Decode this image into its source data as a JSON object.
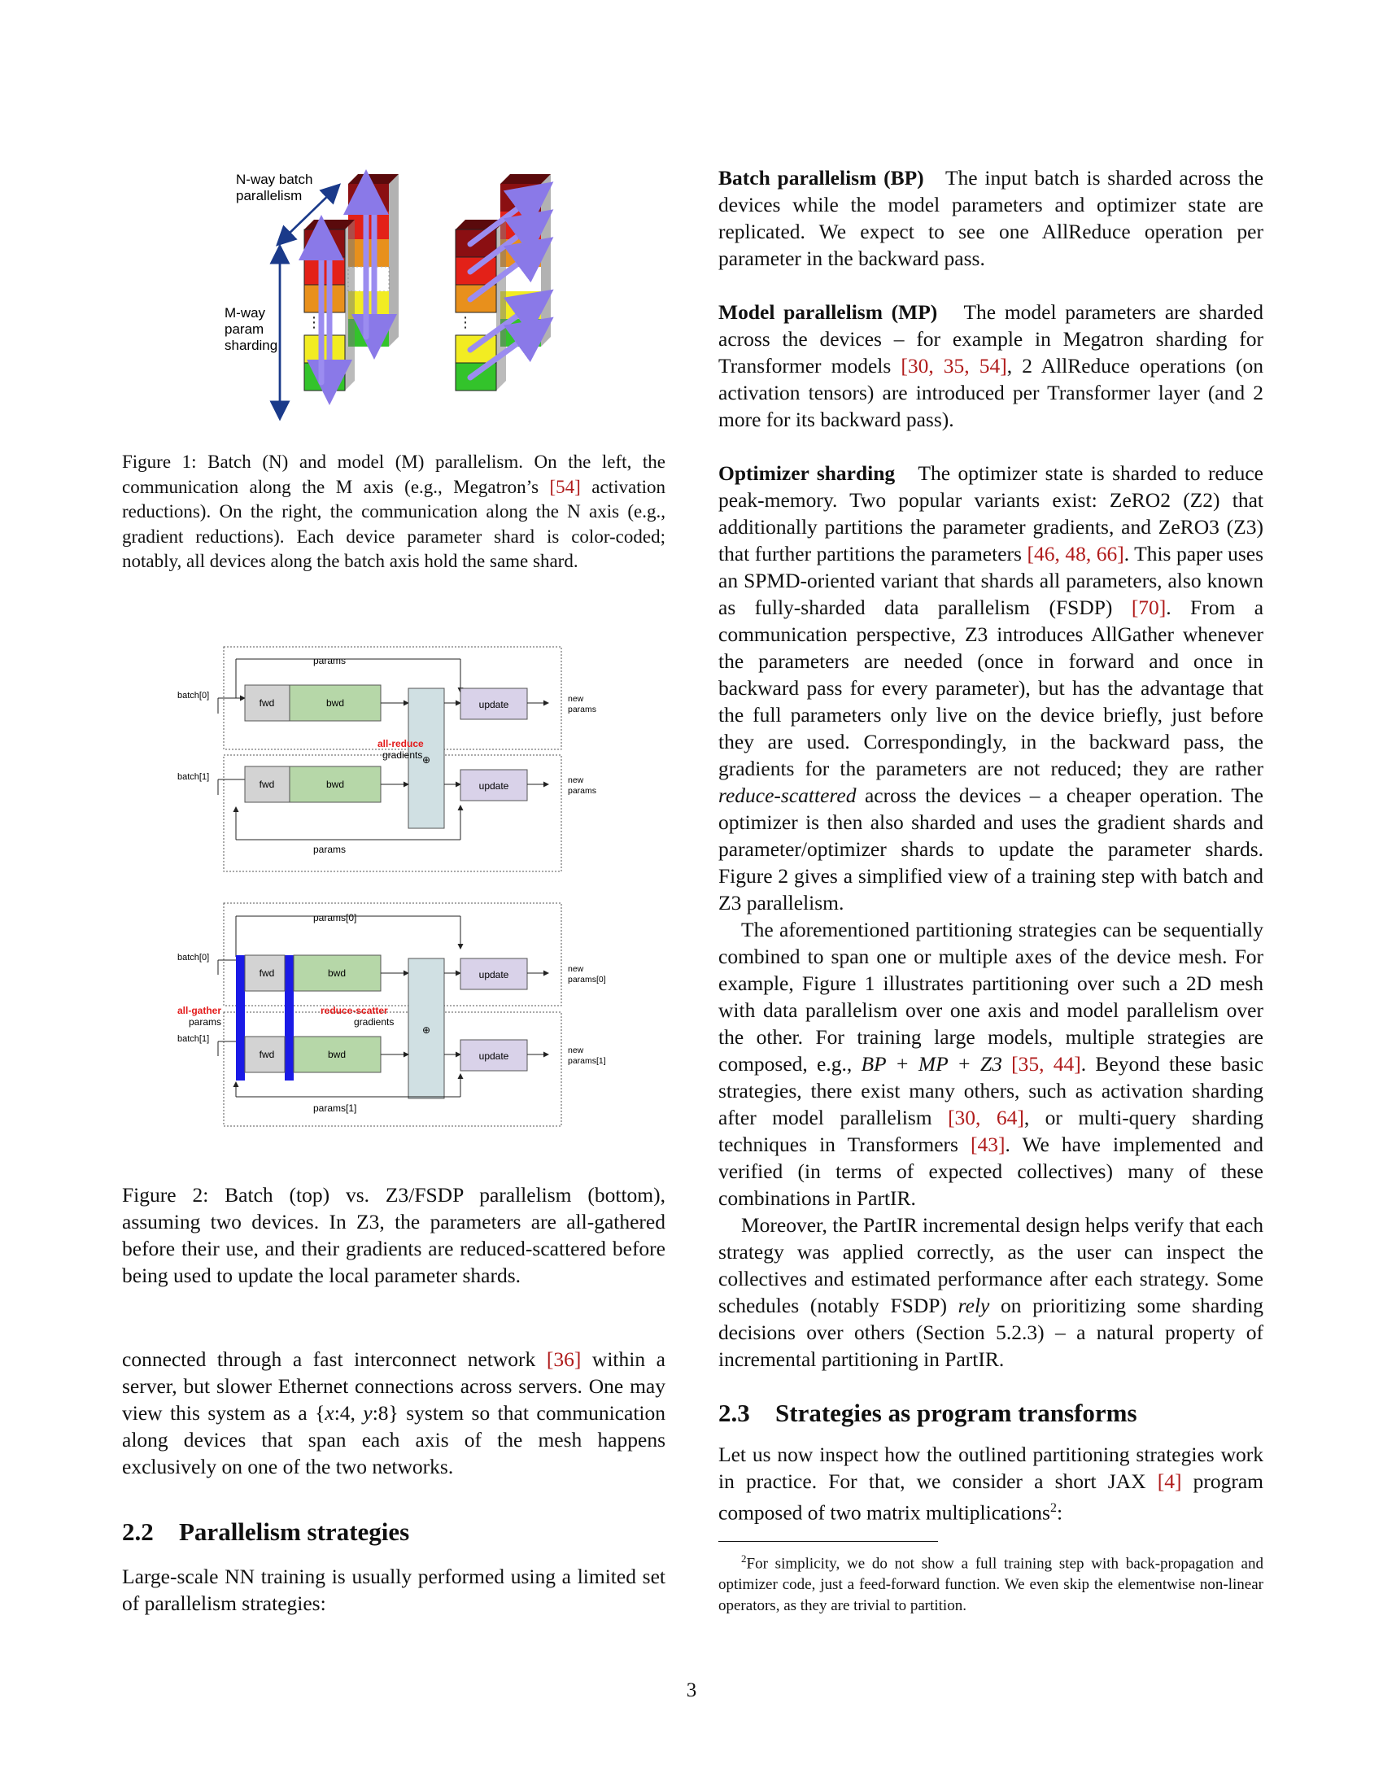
{
  "figure1": {
    "labels": {
      "n_way_line1": "N-way batch",
      "n_way_line2": "parallelism",
      "m_way_line1": "M-way",
      "m_way_line2": "param",
      "m_way_line3": "sharding"
    },
    "caption": {
      "prefix": "Figure 1:  Batch (N) and model (M) parallelism. On the left, the communication along the M axis (e.g., Megatron’s ",
      "cite1": "[54]",
      "rest": " activation reductions). On the right, the communication along the N axis (e.g., gradient reductions). Each device parameter shard is color-coded; notably, all devices along the batch axis hold the same shard."
    }
  },
  "figure2": {
    "top": {
      "params_top": "params",
      "params_bottom": "params",
      "batch0": "batch[0]",
      "batch1": "batch[1]",
      "fwd": "fwd",
      "bwd": "bwd",
      "update": "update",
      "new_params_line1": "new",
      "new_params_line2": "params",
      "allreduce": "all-reduce",
      "gradients": "gradients",
      "oplus": "⊕"
    },
    "bottom": {
      "params0": "params[0]",
      "params1": "params[1]",
      "batch0": "batch[0]",
      "batch1": "batch[1]",
      "fwd": "fwd",
      "bwd": "bwd",
      "update": "update",
      "new_line1": "new",
      "new0": "params[0]",
      "new1": "params[1]",
      "allgather": "all-gather",
      "params": "params",
      "reducescatter": "reduce-scatter",
      "gradients": "gradients",
      "oplus": "⊕"
    },
    "caption": "Figure 2: Batch (top) vs. Z3/FSDP parallelism (bottom), assuming two devices. In Z3, the parameters are all-gathered before their use, and their gradients are reduced-scattered before being used to update the local parameter shards."
  },
  "left_text": {
    "para1_a": "connected through a fast interconnect network ",
    "para1_cite": "[36]",
    "para1_b": " within a server, but slower Ethernet connections across servers. One may view this system as a {",
    "para1_math": "x",
    "para1_c": ":4, ",
    "para1_math2": "y",
    "para1_d": ":8} system so that communication along devices that span each axis of the mesh happens exclusively on one of the two networks.",
    "sec22_num": "2.2",
    "sec22_title": "Parallelism strategies",
    "para2": "Large-scale NN training is usually performed using a limited set of parallelism strategies:"
  },
  "right_text": {
    "bp_head": "Batch parallelism (BP)",
    "bp_body": "The input batch is sharded across the devices while the model parameters and optimizer state are replicated. We expect to see one AllReduce operation per parameter in the backward pass.",
    "mp_head": "Model parallelism (MP)",
    "mp_body_a": "The model parameters are sharded across the devices – for example in Megatron sharding for Transformer models ",
    "mp_cite": "[30, 35, 54]",
    "mp_body_b": ", 2 AllReduce operations (on activation tensors) are introduced per Transformer layer (and 2 more for its backward pass).",
    "os_head": "Optimizer sharding",
    "os_body_a": "The optimizer state is sharded to reduce peak-memory. Two popular variants exist: ZeRO2 (Z2) that additionally partitions the parameter gradients, and ZeRO3 (Z3) that further partitions the parameters ",
    "os_cite1": "[46, 48, 66]",
    "os_body_b": ". This paper uses an SPMD-oriented variant that shards all parameters, also known as fully-sharded data parallelism (FSDP) ",
    "os_cite2": "[70]",
    "os_body_c": ". From a communication perspective, Z3 introduces AllGather whenever the parameters are needed (once in forward and once in backward pass for every parameter), but has the advantage that the full parameters only live on the device briefly, just before they are used. Correspondingly, in the backward pass, the gradients for the parameters are not reduced; they are rather ",
    "os_em": "reduce-scattered",
    "os_body_d": " across the devices – a cheaper operation. The optimizer is then also sharded and uses the gradient shards and parameter/optimizer shards to update the parameter shards. Figure 2 gives a simplified view of a training step with batch and Z3 parallelism.",
    "p2_a": "The aforementioned partitioning strategies can be sequentially combined to span one or multiple axes of the device mesh. For example, Figure 1 illustrates partitioning over such a 2D mesh with data parallelism over one axis and model parallelism over the other. For training large models, multiple strategies are composed, e.g., ",
    "p2_math": "BP + MP + Z3",
    "p2_b": " ",
    "p2_cite1": "[35, 44]",
    "p2_c": ". Beyond these basic strategies, there exist many others, such as activation sharding after model parallelism ",
    "p2_cite2": "[30, 64]",
    "p2_d": ", or multi-query sharding techniques in Transformers ",
    "p2_cite3": "[43]",
    "p2_e": ". We have implemented and verified (in terms of expected collectives) many of these combinations in PartIR.",
    "p3_a": "Moreover, the PartIR incremental design helps verify that each strategy was applied correctly, as the user can inspect the collectives and estimated performance after each strategy. Some schedules (notably FSDP) ",
    "p3_em": "rely",
    "p3_b": " on prioritizing some sharding decisions over others (Section 5.2.3) – a natural property of incremental partitioning in PartIR.",
    "sec23_num": "2.3",
    "sec23_title": "Strategies as program transforms",
    "p4_a": "Let us now inspect how the outlined partitioning strategies work in practice. For that, we consider a short JAX ",
    "p4_cite": "[4]",
    "p4_b": " program composed of two matrix multiplications",
    "p4_sup": "2",
    "p4_c": ":",
    "fn_sup": "2",
    "fn_text": "For simplicity, we do not show a full training step with back-propagation and optimizer code, just a feed-forward function. We even skip the elementwise non-linear operators, as they are trivial to partition."
  },
  "page_number": "3",
  "colors": {
    "citation": "#b01c1c",
    "shard_dark_red": "#8b0f12",
    "shard_red": "#e32118",
    "shard_orange": "#e8901c",
    "shard_yellow": "#f2ec22",
    "shard_green": "#33c32b",
    "arrow_violet": "#9b8cf0",
    "fwd_gray": "#d3d3d3",
    "bwd_green": "#b6d7a8",
    "update_lavender": "#d9d2e9",
    "sum_blue": "#d0e0e3",
    "gather_blue": "#1a1ae6",
    "label_red": "#e31b1b"
  }
}
